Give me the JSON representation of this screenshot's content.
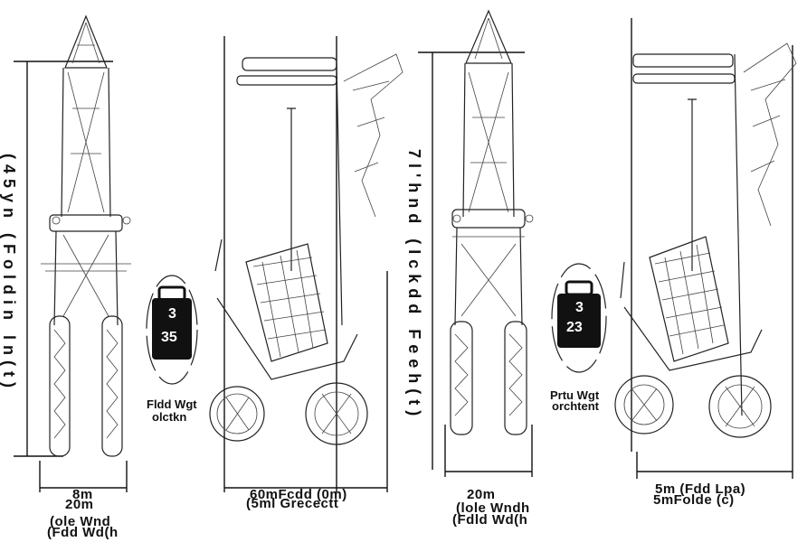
{
  "panels": {
    "p1": {
      "height_label": "(45yn (Foldin ln(t)",
      "width_label_top": "8m",
      "width_label_mid": "20m",
      "width_label_bot1": "(ole Wnd",
      "width_label_bot2": "(Fdd Wd(h"
    },
    "p2": {
      "badge_top": "3",
      "badge_bottom": "35",
      "caption_line1": "Fldd Wgt",
      "caption_line2": "olctkn",
      "width_label_top": "60mFcdd (0m)",
      "width_label_bot": "(5ml Grecectt"
    },
    "p3": {
      "height_label": "7l'hnd (Ickdd Feeh(t)",
      "width_label_top": "20m",
      "width_label_bot1": "(lole Wndh",
      "width_label_bot2": "(Fdld Wd(h"
    },
    "p4": {
      "badge_top": "3",
      "badge_bottom": "23",
      "caption_line1": "Prtu Wgt",
      "caption_line2": "orchtent",
      "width_label_top": "5m (Fdd Lpa)",
      "width_label_bot": "5mFolde (c)"
    }
  }
}
